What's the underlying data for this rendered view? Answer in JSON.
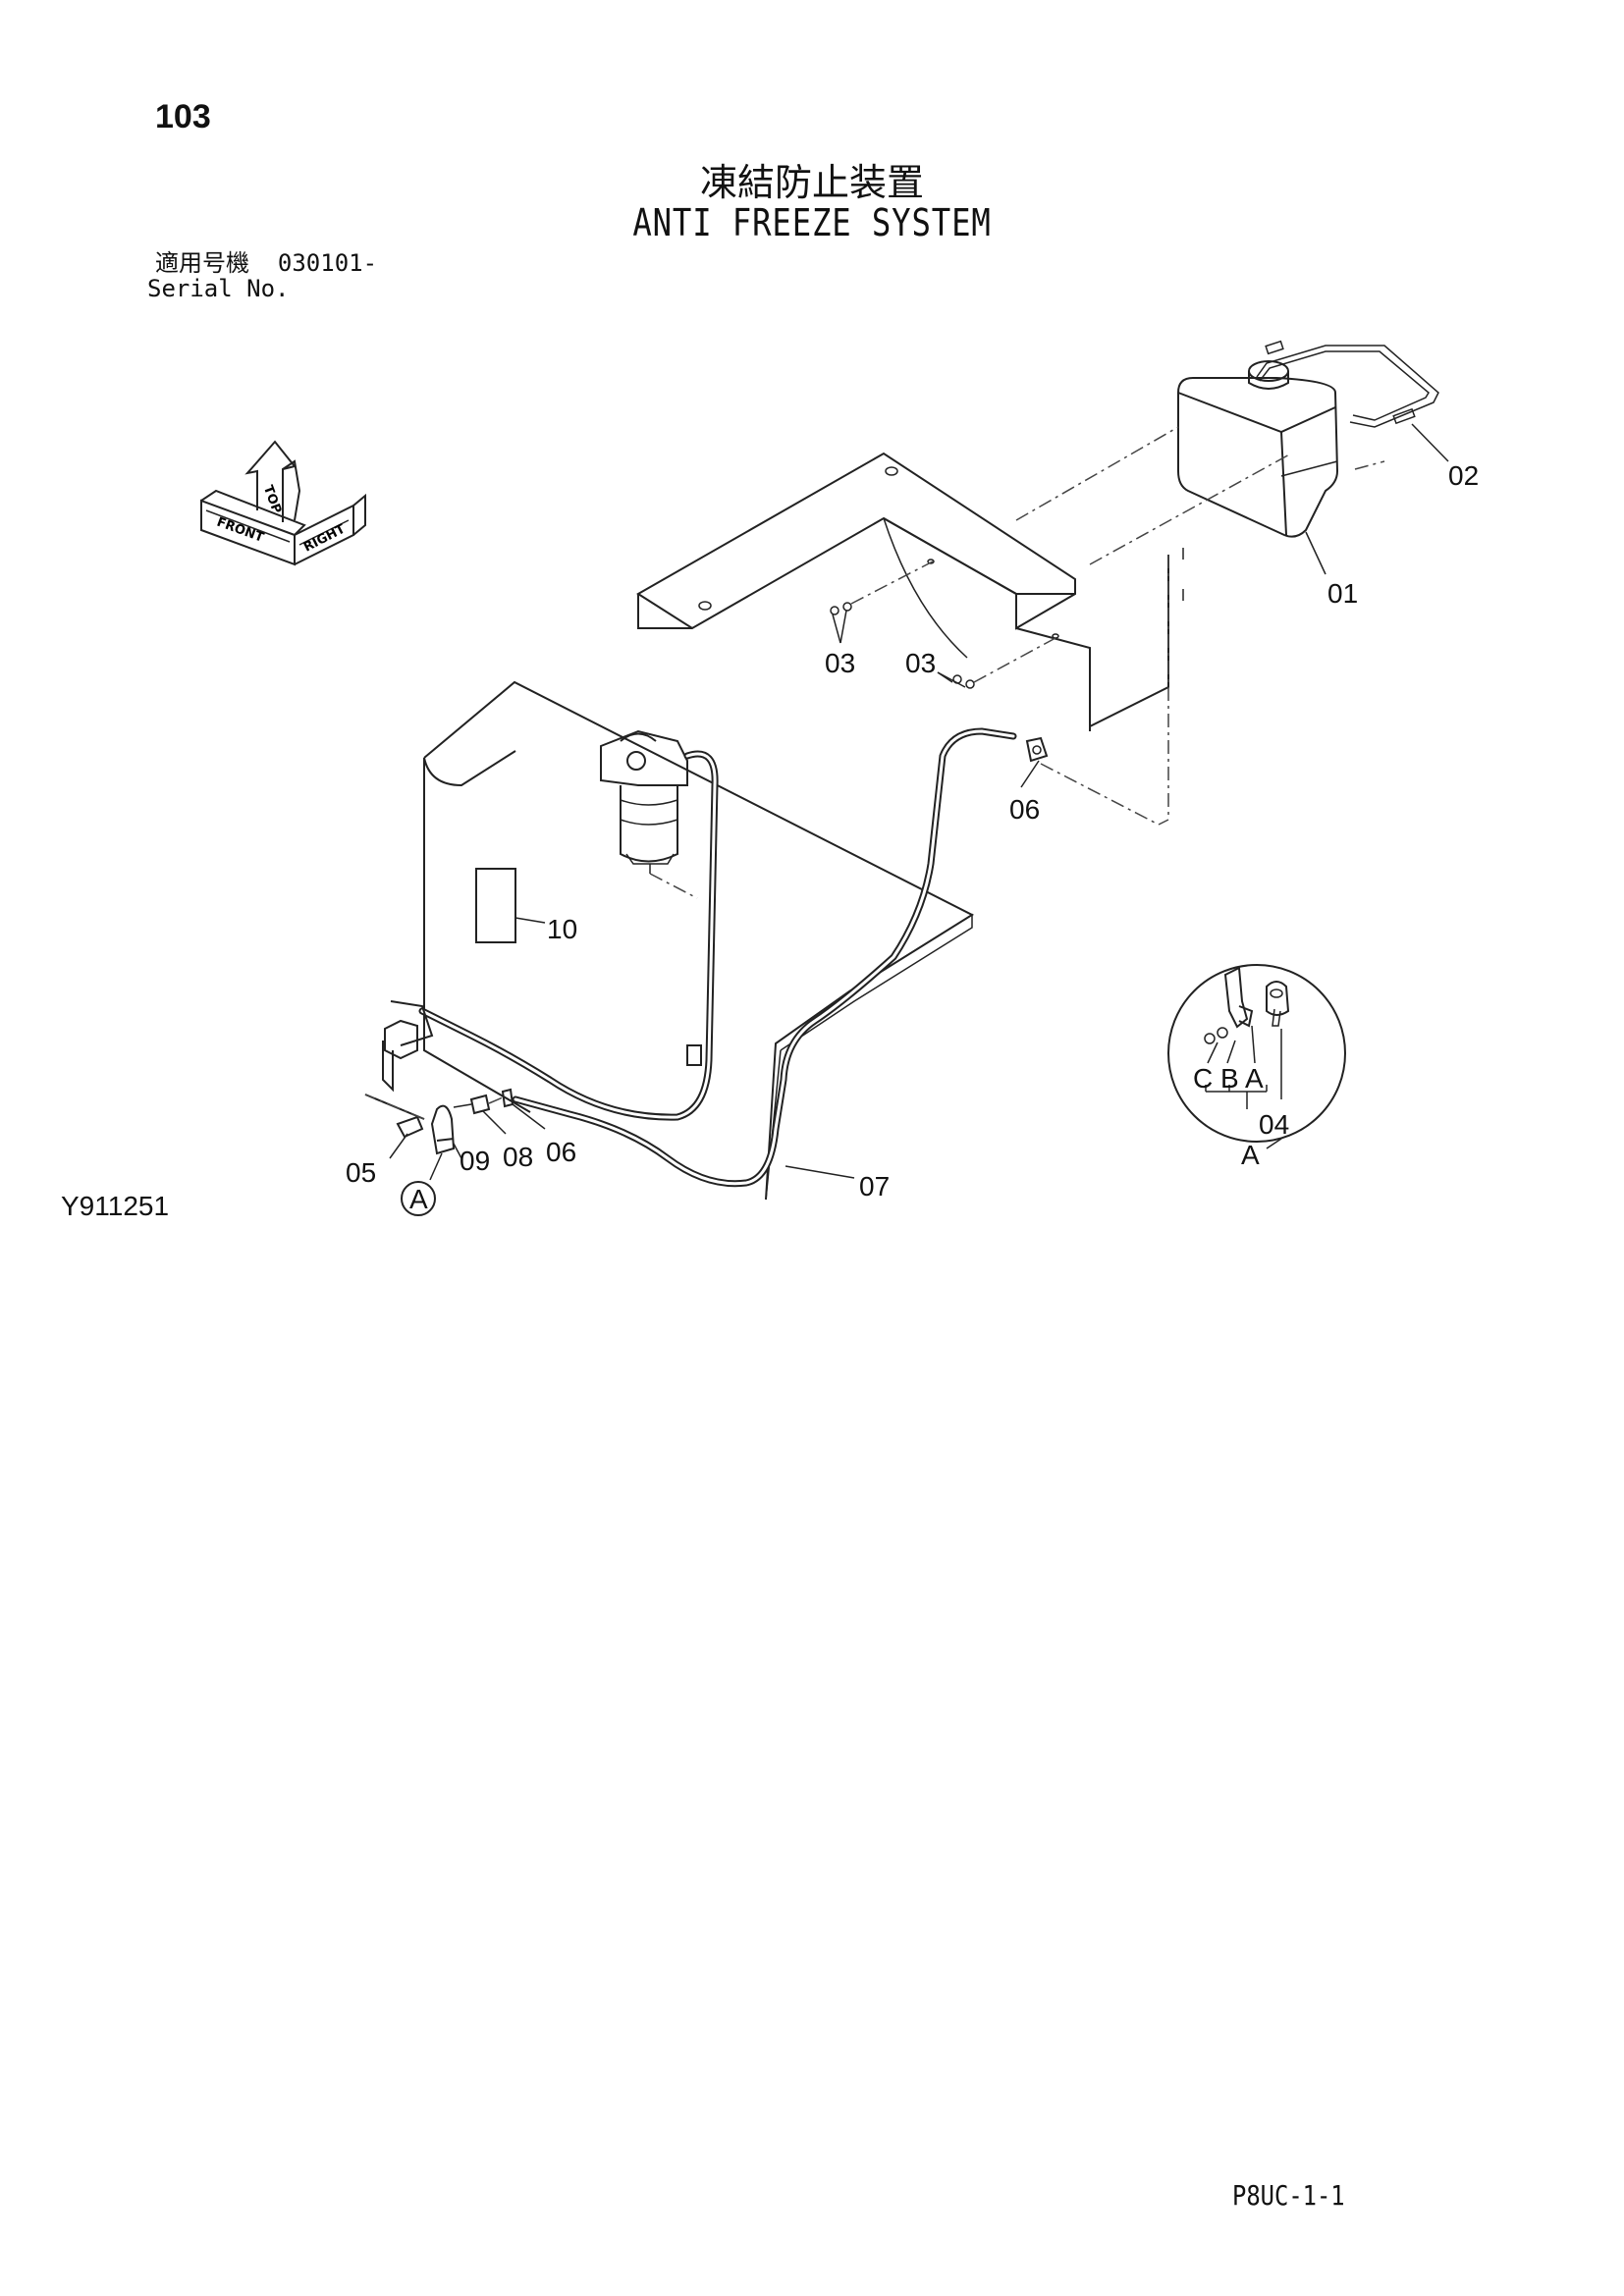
{
  "header": {
    "page_number": "103",
    "title_jp": "凍結防止装置",
    "title_en": "ANTI FREEZE SYSTEM",
    "serial_label_jp": "適用号機",
    "serial_value": "030101-",
    "serial_label_en": "Serial No."
  },
  "orientation_icon": {
    "top": "TOP",
    "front": "FRONT",
    "right": "RIGHT"
  },
  "callouts": {
    "c01": "01",
    "c02": "02",
    "c03a": "03",
    "c03b": "03",
    "c04": "04",
    "c05": "05",
    "c06a": "06",
    "c06b": "06",
    "c07": "07",
    "c08": "08",
    "c09": "09",
    "c10": "10",
    "detail_ref": "A",
    "detail_label": "A",
    "detail_c": "C",
    "detail_b": "B",
    "detail_a": "A"
  },
  "footer": {
    "figure_code": "Y911251",
    "sheet_code": "P8UC-1-1"
  }
}
